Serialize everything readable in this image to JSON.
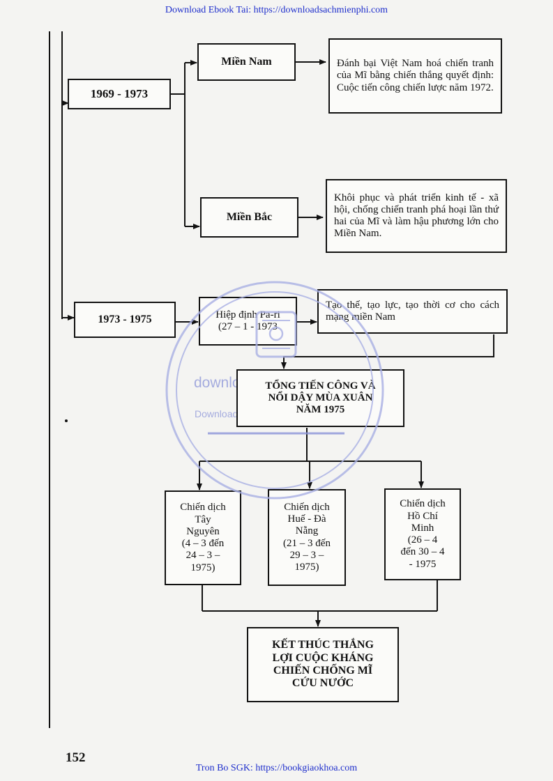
{
  "header": {
    "text": "Download Ebook Tai: https://downloadsachmienphi.com"
  },
  "footer": {
    "text": "Tron Bo SGK: https://bookgiaokhoa.com"
  },
  "page_number": "152",
  "diagram": {
    "period_1969": "1969 - 1973",
    "mien_nam": "Miền Nam",
    "mien_nam_desc": "Đánh bại Việt Nam hoá chiến tranh của Mĩ bằng chiến thắng quyết định: Cuộc tiến công chiến lược năm 1972.",
    "mien_bac": "Miền Bắc",
    "mien_bac_desc": "Khôi phục và phát triển kinh tế - xã hội, chống chiến tranh phá hoại lần thứ hai của Mĩ và làm hậu phương lớn cho Miền Nam.",
    "period_1973": "1973 - 1975",
    "hiep_dinh_line1": "Hiệp định Pa-ri",
    "hiep_dinh_line2": "(27 – 1 - 1973",
    "tao_the": "Tạo thế, tạo lực, tạo thời cơ cho cách mạng miền Nam",
    "tong_tien_cong_1": "TỔNG TIẾN CÔNG VÀ",
    "tong_tien_cong_2": "NỔI DẬY MÙA XUÂN",
    "tong_tien_cong_3": "NĂM 1975",
    "cd_tay_nguyen": [
      "Chiến dịch",
      "Tây",
      "Nguyên",
      "(4 – 3 đến",
      "24 – 3 –",
      "1975)"
    ],
    "cd_hue_da_nang": [
      "Chiến dịch",
      "Huế - Đà",
      "Nẵng",
      "(21 – 3 đến",
      "29 – 3 –",
      "1975)"
    ],
    "cd_ho_chi_minh": [
      "Chiến dịch",
      "Hồ Chí",
      "Minh",
      "(26 – 4",
      "đến 30 – 4",
      "- 1975"
    ],
    "ket_thuc": [
      "KẾT THÚC THẮNG",
      "LỢI CUỘC KHÁNG",
      "CHIẾN CHỐNG MĨ",
      "CỨU NƯỚC"
    ]
  },
  "watermark": {
    "line1": "downloadsachmienphi.com",
    "line2": "Download Sách Hay | Đọc Sách Online"
  }
}
